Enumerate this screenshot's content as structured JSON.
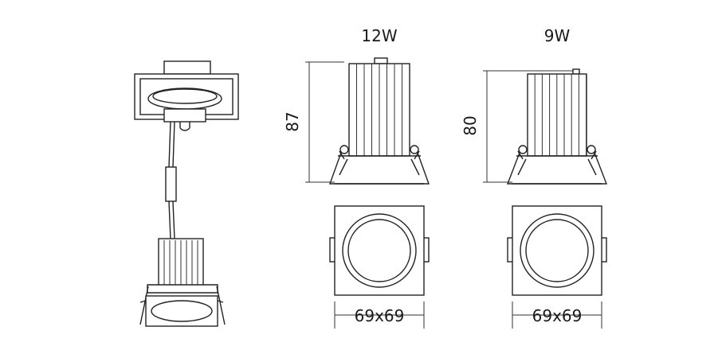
{
  "models": [
    {
      "wattage": "12W",
      "height": "87",
      "footprint": "69x69"
    },
    {
      "wattage": "9W",
      "height": "80",
      "footprint": "69x69"
    }
  ],
  "colors": {
    "line": "#222222",
    "background": "#ffffff"
  }
}
